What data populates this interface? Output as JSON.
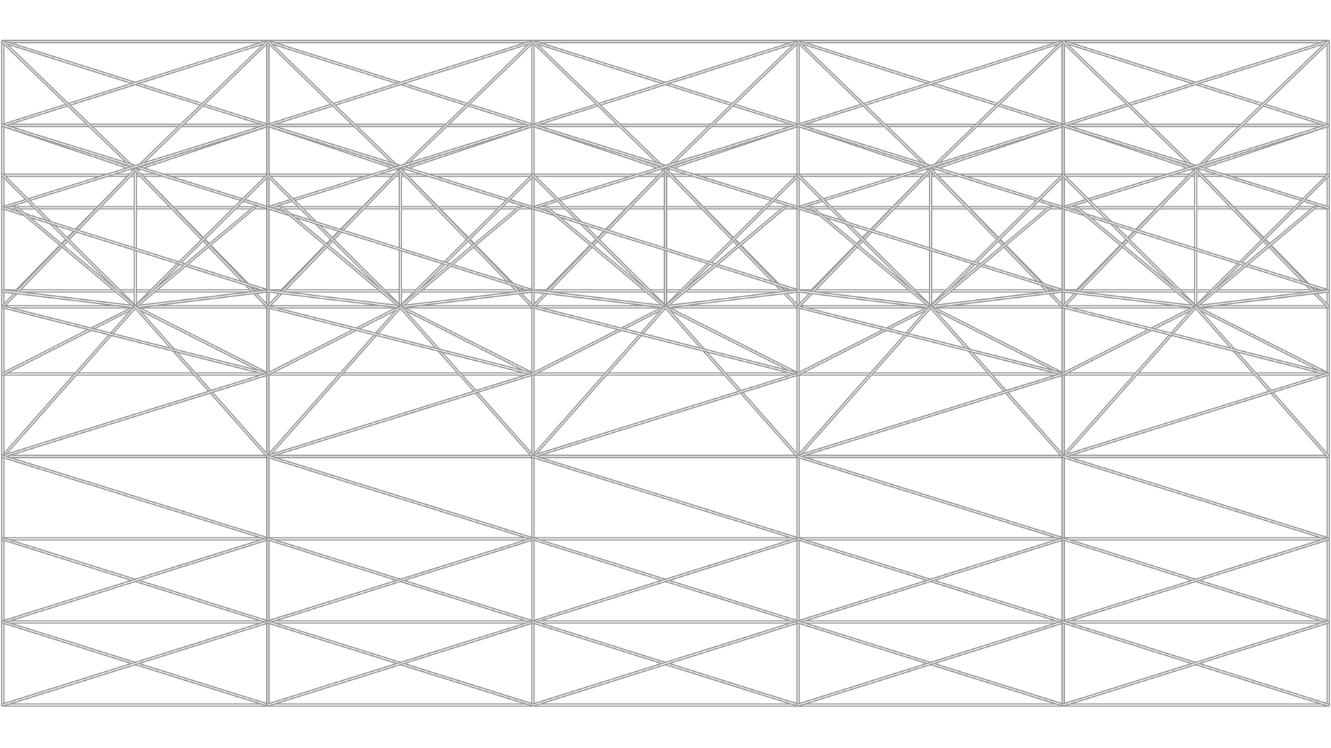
{
  "diagram": {
    "type": "wireframe-lattice",
    "columns": 5,
    "bands": 8,
    "band_outline": "straight",
    "band_fill": "none",
    "line_color": "#9a9a9a",
    "line_highlight": "#f4f4f4",
    "background": "#ffffff",
    "focal_point_rows": 2,
    "focal_points_per_row": 5,
    "labels": []
  }
}
